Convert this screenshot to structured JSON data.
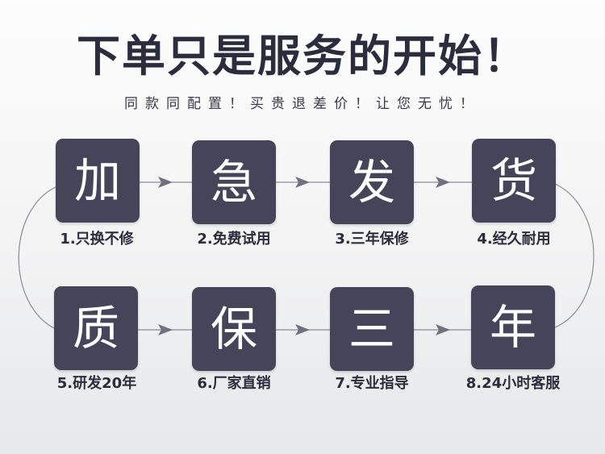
{
  "title": "下单只是服务的开始！",
  "subtitle": "同款同配置！买贵退差价！让您无忧！",
  "steps": [
    {
      "char": "加",
      "caption": "1.只换不修"
    },
    {
      "char": "急",
      "caption": "2.免费试用"
    },
    {
      "char": "发",
      "caption": "3.三年保修"
    },
    {
      "char": "货",
      "caption": "4.经久耐用"
    },
    {
      "char": "质",
      "caption": "5.研发20年"
    },
    {
      "char": "保",
      "caption": "6.厂家直销"
    },
    {
      "char": "三",
      "caption": "7.专业指导"
    },
    {
      "char": "年",
      "caption": "8.24小时客服"
    }
  ],
  "colors": {
    "box": "#454459",
    "title": "#2b2c3c",
    "line": "#6f7080"
  }
}
